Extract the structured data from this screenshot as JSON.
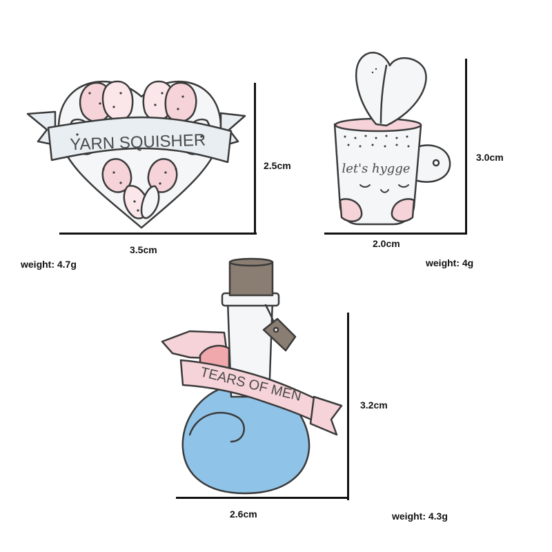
{
  "pins": [
    {
      "name": "yarn-squisher",
      "text": "YARN SQUISHER",
      "width": "3.5cm",
      "height": "2.5cm",
      "weight": "weight: 4.7g"
    },
    {
      "name": "lets-hygge-mug",
      "text": "let's hygge",
      "width": "2.0cm",
      "height": "3.0cm",
      "weight": "weight: 4g"
    },
    {
      "name": "tears-of-men",
      "text": "TEARS OF MEN",
      "width": "2.6cm",
      "height": "3.2cm",
      "weight": "weight: 4.3g"
    }
  ],
  "colors": {
    "outline": "#3a3a3a",
    "pink": "#f6d3d8",
    "light_pink": "#fbe6ea",
    "white": "#f4f6f8",
    "ribbon": "#e8eef2",
    "blue": "#8fc3e8",
    "cork": "#8a7d72",
    "salmon": "#f1a8ad"
  }
}
